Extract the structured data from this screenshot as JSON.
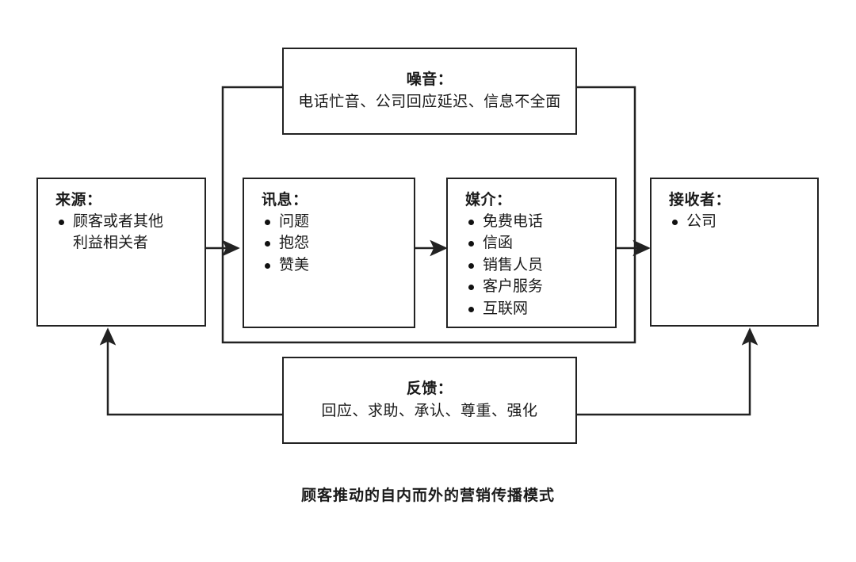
{
  "diagram": {
    "caption": "顾客推动的自内而外的营销传播模式",
    "line_color": "#222222",
    "background": "#ffffff",
    "text_color": "#1a1a1a"
  },
  "boxes": {
    "noise": {
      "title": "噪音：",
      "body": "电话忙音、公司回应延迟、信息不全面"
    },
    "source": {
      "title": "来源：",
      "items": [
        "顾客或者其他\n利益相关者"
      ]
    },
    "message": {
      "title": "讯息：",
      "items": [
        "问题",
        "抱怨",
        "赞美"
      ]
    },
    "media": {
      "title": "媒介：",
      "items": [
        "免费电话",
        "信函",
        "销售人员",
        "客户服务",
        "互联网"
      ]
    },
    "receiver": {
      "title": "接收者：",
      "items": [
        "公司"
      ]
    },
    "feedback": {
      "title": "反馈：",
      "body": "回应、求助、承认、尊重、强化"
    }
  },
  "connectors": [
    {
      "name": "source-to-message",
      "from": "source",
      "to": "message",
      "arrow": true
    },
    {
      "name": "message-to-media",
      "from": "message",
      "to": "media",
      "arrow": true
    },
    {
      "name": "media-to-receiver",
      "from": "media",
      "to": "receiver",
      "arrow": true
    },
    {
      "name": "noise-enclosure-left",
      "from": "noise",
      "to": "message-media-group",
      "arrow": false
    },
    {
      "name": "noise-enclosure-right",
      "from": "noise",
      "to": "message-media-group",
      "arrow": false
    },
    {
      "name": "feedback-to-source",
      "from": "feedback",
      "to": "source",
      "arrow": true
    },
    {
      "name": "receiver-to-feedback",
      "from": "receiver",
      "to": "feedback",
      "arrow": true
    }
  ]
}
